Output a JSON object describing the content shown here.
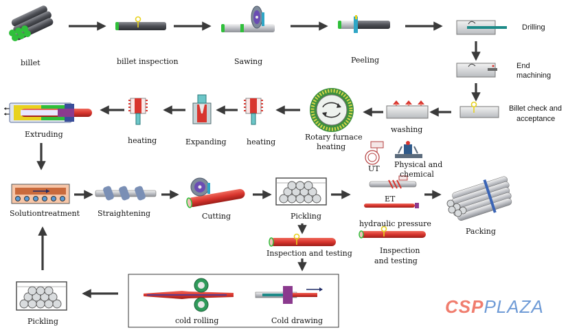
{
  "labels": {
    "billet": "billet",
    "billet_inspection": "billet inspection",
    "sawing": "Sawing",
    "peeling": "Peeling",
    "drilling": "Drilling",
    "end_machining_1": "End",
    "end_machining_2": "machining",
    "billet_check_1": "Billet check and",
    "billet_check_2": "acceptance",
    "washing": "washing",
    "rotary_1": "Rotary furnace",
    "rotary_2": "heating",
    "heating_right": "heating",
    "expanding": "Expanding",
    "heating_left": "heating",
    "extruding": "Extruding",
    "solution_treatment": "Solutiontreatment",
    "straightening": "Straightening",
    "cutting": "Cutting",
    "pickling_mid": "Pickling",
    "inspection_testing_mid": "Inspection and testing",
    "ut": "UT",
    "physical_1": "Physical and",
    "physical_2": "chemical",
    "et": "ET",
    "hydraulic": "hydraulic pressure",
    "inspection_1": "Inspection",
    "inspection_2": "and testing",
    "packing": "Packing",
    "pickling_left": "Pickling",
    "cold_rolling": "cold rolling",
    "cold_drawing": "Cold drawing"
  },
  "logo": {
    "part1": "CSP",
    "part2": "PLAZA"
  },
  "colors": {
    "arrow": "#3a3a3a",
    "pipe_gray": "#5e6066",
    "pipe_red": "#d8352e",
    "accent_green": "#2fbf3a",
    "accent_yellow": "#e8d21e",
    "furnace_green": "#3d8f3d",
    "logo_coral": "#f07d6e",
    "logo_blue": "#6f9bd6"
  }
}
